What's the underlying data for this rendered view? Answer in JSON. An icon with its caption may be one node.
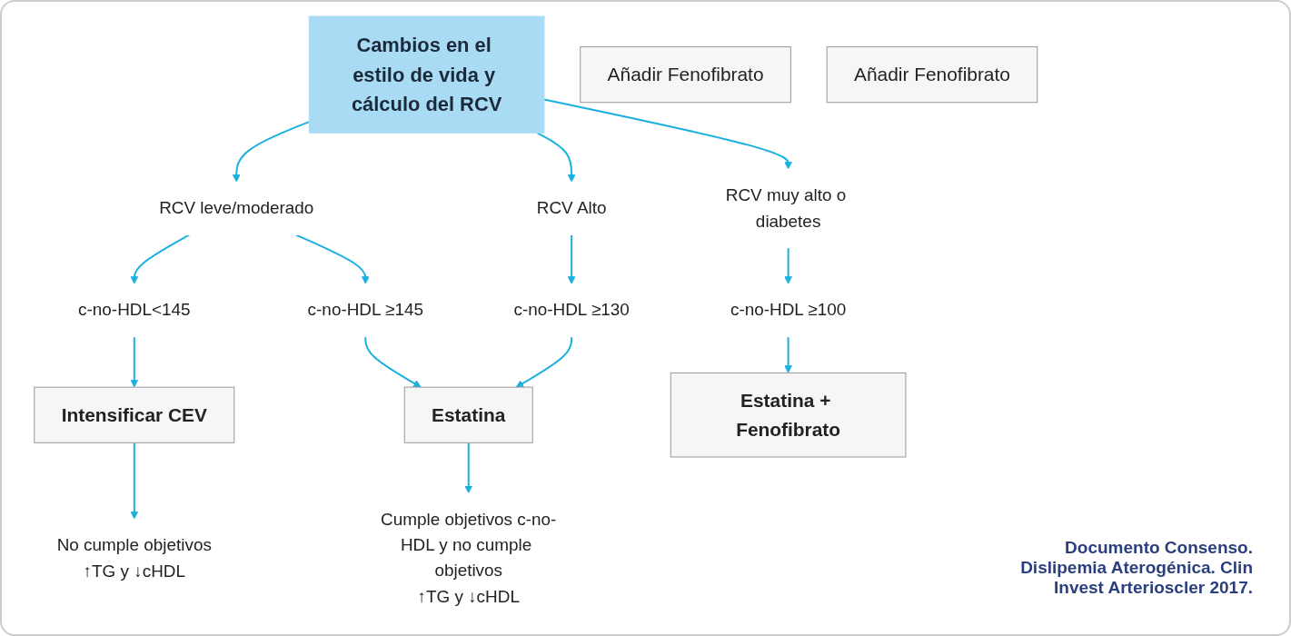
{
  "diagram": {
    "nodes": [
      {
        "text": [
          "Cambios en el estilo de vida y cálculo del RCV"
        ]
      },
      {
        "text": [
          "RCV leve/moderado"
        ]
      },
      {
        "text": [
          "RCV Alto"
        ]
      },
      {
        "text": [
          "RCV muy alto o diabetes"
        ]
      },
      {
        "text": [
          "c-no-HDL<145"
        ]
      },
      {
        "text": [
          "c-no-HDL ≥145"
        ]
      },
      {
        "text": [
          "c-no-HDL ≥130"
        ]
      },
      {
        "text": [
          "c-no-HDL ≥100"
        ]
      },
      {
        "text": [
          "Intensificar CEV"
        ]
      },
      {
        "text": [
          "Estatina"
        ]
      },
      {
        "text": [
          "Estatina + Fenofibrato"
        ]
      },
      {
        "text": [
          "No cumple objetivos",
          "↑TG y ↓cHDL"
        ]
      },
      {
        "text": [
          "Cumple objetivos c-no-HDL y no cumple objetivos",
          "↑TG y ↓cHDL"
        ]
      },
      {
        "text": [
          "Añadir Fenofibrato"
        ]
      },
      {
        "text": [
          "Añadir Fenofibrato"
        ]
      }
    ],
    "edges": [
      {
        "from": 0,
        "to": 1,
        "arrow": "to"
      },
      {
        "from": 0,
        "to": 2,
        "arrow": "to"
      },
      {
        "from": 0,
        "to": 3,
        "arrow": "to"
      },
      {
        "from": 1,
        "to": 4,
        "arrow": "to"
      },
      {
        "from": 1,
        "to": 5,
        "arrow": "to"
      },
      {
        "from": 2,
        "to": 6,
        "arrow": "to"
      },
      {
        "from": 3,
        "to": 7,
        "arrow": "to"
      },
      {
        "from": 4,
        "to": 8,
        "arrow": "to"
      },
      {
        "from": 5,
        "to": 9,
        "arrow": "to"
      },
      {
        "from": 6,
        "to": 9,
        "arrow": "to"
      },
      {
        "from": 7,
        "to": 10,
        "arrow": "to"
      },
      {
        "from": 8,
        "to": 11,
        "arrow": "to"
      },
      {
        "from": 9,
        "to": 12,
        "arrow": "to"
      }
    ],
    "labels": [
      "Documento Consenso. Dislipemia Aterogénica. Clin Invest Arterioscler 2017."
    ]
  }
}
